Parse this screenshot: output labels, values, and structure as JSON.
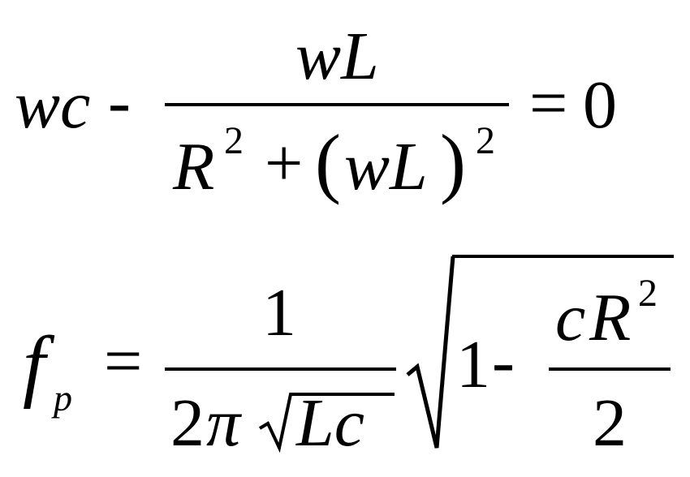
{
  "equation1": {
    "lhs_var": "wc",
    "minus": "-",
    "numerator": "wL",
    "den_R": "R",
    "den_R_exp": "2",
    "den_plus": "+",
    "den_lparen": "(",
    "den_wL": "wL",
    "den_rparen": ")",
    "den_exp": "2",
    "equals": "=",
    "rhs": "0"
  },
  "equation2": {
    "f": "f",
    "sub": "p",
    "equals": "=",
    "frac_num": "1",
    "frac_den_coef": "2",
    "frac_den_pi": "π",
    "frac_den_rad": "Lc",
    "rad_one": "1",
    "rad_minus": "-",
    "inner_num_c": "c",
    "inner_num_R": "R",
    "inner_num_exp": "2",
    "inner_den": "2"
  }
}
